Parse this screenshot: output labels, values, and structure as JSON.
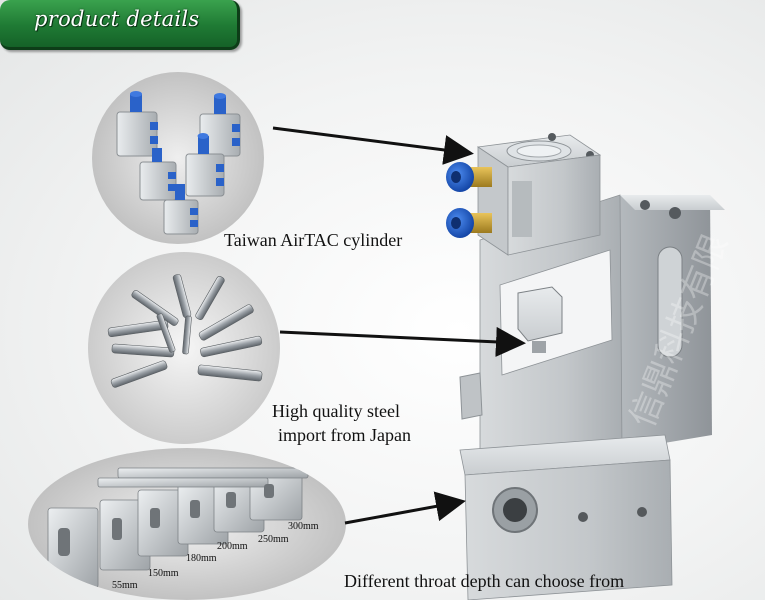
{
  "header": {
    "title": "product details",
    "accent_color": "#1f7a34"
  },
  "details": [
    {
      "caption_lines": [
        "Taiwan AirTAC cylinder"
      ],
      "image": "airtac-cylinders-photo"
    },
    {
      "caption_lines": [
        "High quality steel",
        "import from Japan"
      ],
      "image": "steel-pins-photo"
    },
    {
      "caption_lines": [
        "Different throat depth can choose from"
      ],
      "image": "throat-depth-frames-photo"
    }
  ],
  "throat_sizes": [
    "55mm",
    "150mm",
    "180mm",
    "200mm",
    "250mm",
    "300mm"
  ],
  "watermark": "信鼎科技有限",
  "colors": {
    "aluminum": "#c9cdd0",
    "fitting_blue": "#1f5fd0",
    "brass": "#c9a23a"
  }
}
